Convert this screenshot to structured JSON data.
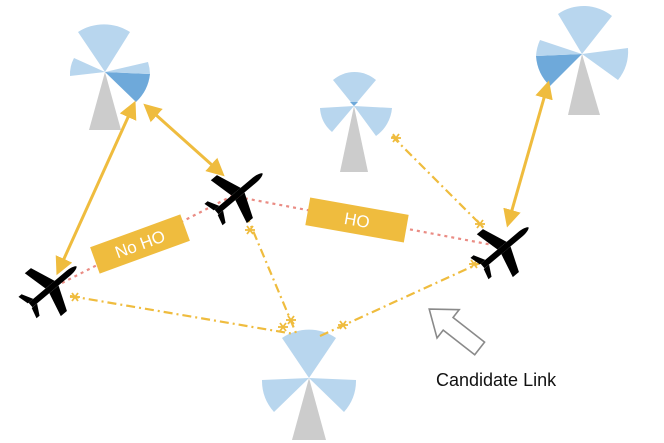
{
  "labels": {
    "no_ho": "No HO",
    "ho": "HO",
    "candidate_link": "Candidate Link"
  },
  "colors": {
    "link_solid": "#efbc3e",
    "link_dashed": "#efbc3e",
    "handover_path": "#ea8c84",
    "tag_fill": "#efbc3e",
    "tag_text": "#ffffff",
    "sector_light": "#b8d6ee",
    "sector_active": "#6ea9da",
    "tower_body": "#cccccc",
    "aircraft": "#000000",
    "arrow_outline": "#8a8a8a"
  },
  "elements": {
    "stations": [
      "ground-station",
      "ground-station",
      "ground-station",
      "ground-station",
      "ground-station"
    ],
    "aircraft": [
      "aircraft",
      "aircraft",
      "aircraft"
    ]
  }
}
